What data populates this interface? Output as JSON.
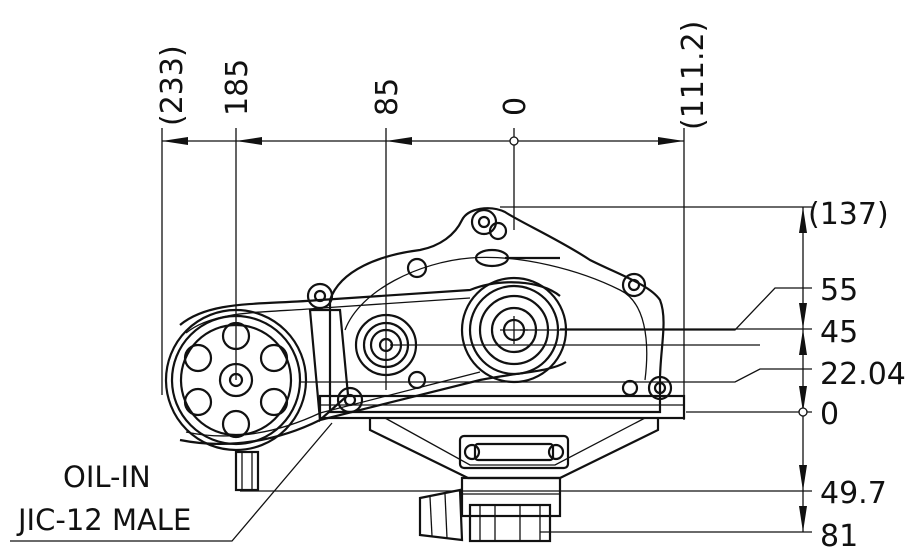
{
  "drawing": {
    "horizontal_dimensions": [
      {
        "label": "(233)"
      },
      {
        "label": "185"
      },
      {
        "label": "85"
      },
      {
        "label": "0"
      },
      {
        "label": "(111.2)"
      }
    ],
    "vertical_dimensions": [
      {
        "label": "(137)"
      },
      {
        "label": "55"
      },
      {
        "label": "45"
      },
      {
        "label": "22.04"
      },
      {
        "label": "0"
      },
      {
        "label": "49.7"
      },
      {
        "label": "81"
      }
    ],
    "callout": {
      "line1": "OIL-IN",
      "line2": "JIC-12 MALE"
    }
  }
}
